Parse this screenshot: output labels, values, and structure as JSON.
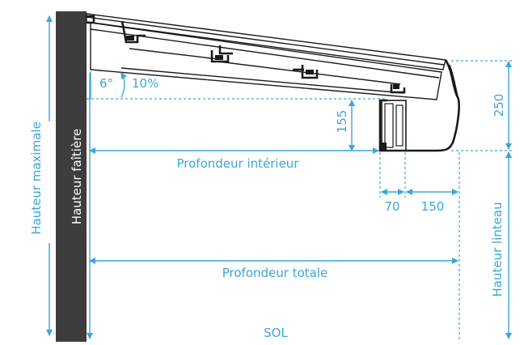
{
  "labels": {
    "hauteur_maximale": "Hauteur maximale",
    "hauteur_faitiere": "Hauteur faîtière",
    "hauteur_linteau": "Hauteur linteau",
    "profondeur_interieur": "Profondeur intérieur",
    "profondeur_totale": "Profondeur totale",
    "sol": "SOL",
    "angle_deg": "6°",
    "angle_pct": "10%",
    "dim_155": "155",
    "dim_250": "250",
    "dim_70": "70",
    "dim_150": "150"
  },
  "colors": {
    "dimension": "#3aa6d8",
    "wall": "#3d3d3d",
    "profile": "#1a1a1a"
  }
}
